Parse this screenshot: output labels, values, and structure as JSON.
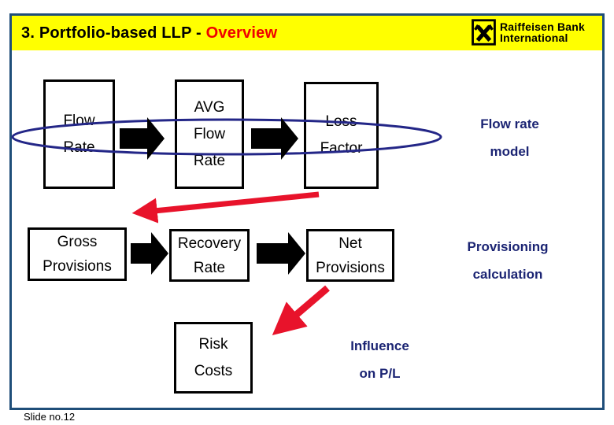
{
  "header": {
    "title_black": "3. Portfolio-based LLP - ",
    "title_red": "Overview"
  },
  "logo": {
    "mark_icon": "raiffeisen-gable-cross",
    "line1": "Raiffeisen Bank",
    "line2": "International"
  },
  "boxes": {
    "flow_rate": {
      "line1": "Flow",
      "line2": "Rate"
    },
    "avg_flow_rate": {
      "line1": "AVG",
      "line2": "Flow",
      "line3": "Rate"
    },
    "loss_factor": {
      "line1": "Loss",
      "line2": "Factor"
    },
    "gross_provisions": {
      "line1": "Gross",
      "line2": "Provisions"
    },
    "recovery_rate": {
      "line1": "Recovery",
      "line2": "Rate"
    },
    "net_provisions": {
      "line1": "Net",
      "line2": "Provisions"
    },
    "risk_costs": {
      "line1": "Risk",
      "line2": "Costs"
    }
  },
  "labels": {
    "flow_rate_model": {
      "line1": "Flow rate",
      "line2": "model"
    },
    "provisioning_calculation": {
      "line1": "Provisioning",
      "line2": "calculation"
    },
    "influence_on_pl": {
      "line1": "Influence",
      "line2": "on P/L"
    }
  },
  "footer": {
    "slide_number": "Slide no.12"
  },
  "colors": {
    "banner_yellow": "#FFFF00",
    "frame_border_navy": "#1F4E79",
    "label_navy": "#1B2473",
    "ellipse_navy": "#232687",
    "arrow_red": "#E8132B",
    "title_red": "#F00000"
  }
}
